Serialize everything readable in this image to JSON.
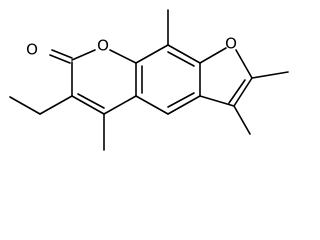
{
  "figure": {
    "type": "chemical-structure",
    "atom_labels": {
      "carbonyl_oxygen": "O",
      "ring_oxygen_pyranone": "O",
      "ring_oxygen_furan": "O"
    },
    "substituents": [
      "methyl",
      "methyl",
      "methyl",
      "methyl",
      "ethyl"
    ],
    "colors": {
      "bond": "#000000",
      "label": "#000000",
      "background": "#ffffff"
    }
  }
}
